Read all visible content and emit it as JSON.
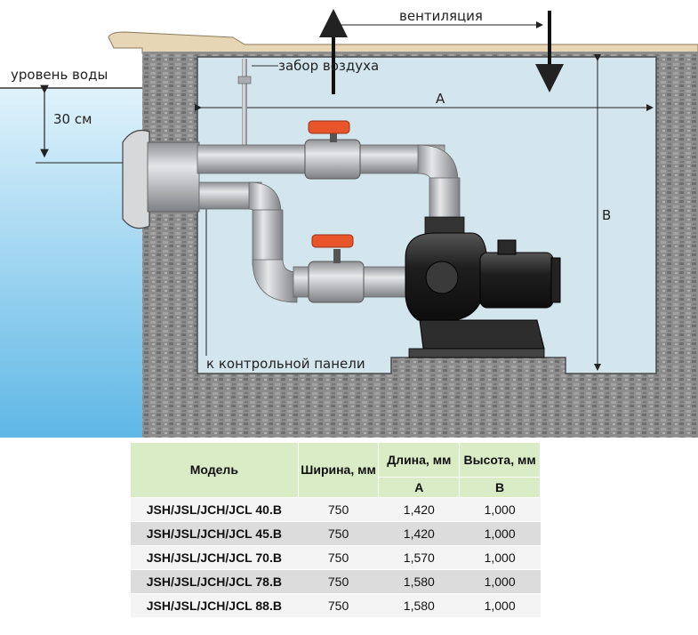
{
  "diagram": {
    "labels": {
      "ventilation": "вентиляция",
      "water_level": "уровень воды",
      "air_intake": "забор воздуха",
      "dim_30cm": "30 см",
      "dim_a": "A",
      "dim_b": "B",
      "control_panel": "к контрольной панели"
    },
    "colors": {
      "water": "#7ec8ea",
      "chamber": "#d3e6ee",
      "wall": "#8a8a8a",
      "pipe": "#b9bcc0",
      "pump": "#2b2b2b",
      "valve_handle": "#e8552b"
    }
  },
  "table": {
    "headers": {
      "model": "Модель",
      "width": "Ширина, мм",
      "length": "Длина, мм",
      "height": "Высота, мм",
      "length_sub": "A",
      "height_sub": "B"
    },
    "rows": [
      {
        "model": "JSH/JSL/JCH/JCL 40.B",
        "width": "750",
        "length": "1,420",
        "height": "1,000"
      },
      {
        "model": "JSH/JSL/JCH/JCL 45.B",
        "width": "750",
        "length": "1,420",
        "height": "1,000"
      },
      {
        "model": "JSH/JSL/JCH/JCL 70.B",
        "width": "750",
        "length": "1,570",
        "height": "1,000"
      },
      {
        "model": "JSH/JSL/JCH/JCL 78.B",
        "width": "750",
        "length": "1,580",
        "height": "1,000"
      },
      {
        "model": "JSH/JSL/JCH/JCL 88.B",
        "width": "750",
        "length": "1,580",
        "height": "1,000"
      }
    ]
  }
}
